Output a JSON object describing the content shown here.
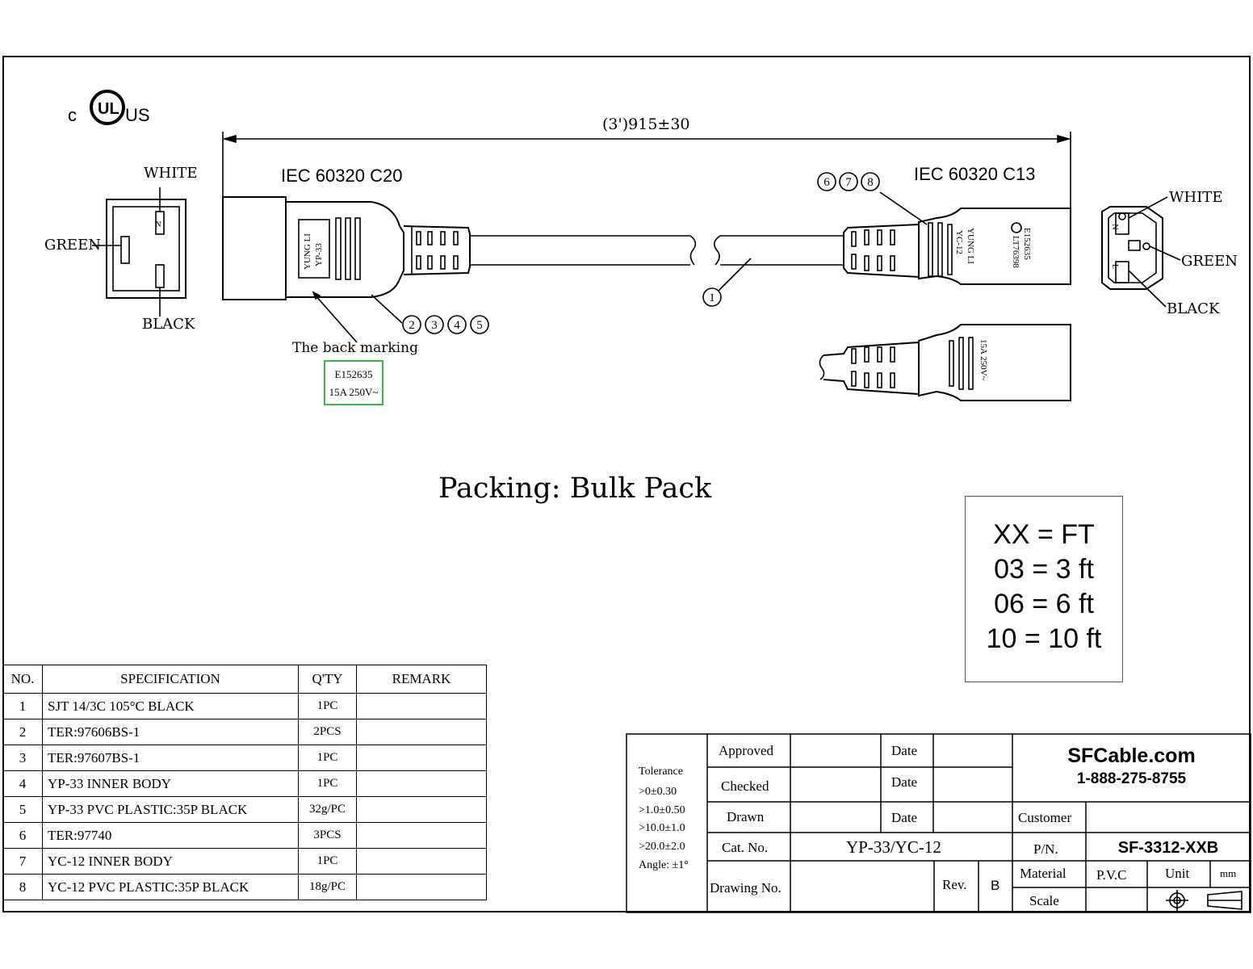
{
  "certification": {
    "left": "c",
    "right": "US"
  },
  "dimension": {
    "length": "(3')915±30"
  },
  "connector_left": {
    "title": "IEC 60320  C20",
    "molding_line1": "YUNG LI",
    "molding_line2": "YP-33"
  },
  "connector_right": {
    "title": "IEC 60320  C13",
    "molding_line1": "YUNG LI",
    "molding_line2": "YC-12",
    "molding_line3": "E152635",
    "molding_line4": "LT76398",
    "back_text": "15A 250V~"
  },
  "pin_labels_left": {
    "white": "WHITE",
    "green": "GREEN",
    "black": "BLACK"
  },
  "pin_labels_right": {
    "white": "WHITE",
    "green": "GREEN",
    "black": "BLACK"
  },
  "callouts": {
    "c1": "1",
    "c2": "2",
    "c3": "3",
    "c4": "4",
    "c5": "5",
    "c6": "6",
    "c7": "7",
    "c8": "8"
  },
  "back_marking": {
    "label": "The back marking",
    "line1": "E152635",
    "line2": "15A 250V~"
  },
  "packing": "Packing: Bulk Pack",
  "length_codes": [
    "XX = FT",
    "03 = 3 ft",
    "06 = 6 ft",
    "10 = 10 ft"
  ],
  "spec_table": {
    "headers": [
      "NO.",
      "SPECIFICATION",
      "Q'TY",
      "REMARK"
    ],
    "rows": [
      {
        "no": "1",
        "spec": "SJT 14/3C 105°C BLACK",
        "qty": "1PC",
        "remark": ""
      },
      {
        "no": "2",
        "spec": "TER:97606BS-1",
        "qty": "2PCS",
        "remark": ""
      },
      {
        "no": "3",
        "spec": "TER:97607BS-1",
        "qty": "1PC",
        "remark": ""
      },
      {
        "no": "4",
        "spec": "YP-33 INNER BODY",
        "qty": "1PC",
        "remark": ""
      },
      {
        "no": "5",
        "spec": "YP-33 PVC PLASTIC:35P BLACK",
        "qty": "32g/PC",
        "remark": ""
      },
      {
        "no": "6",
        "spec": "TER:97740",
        "qty": "3PCS",
        "remark": ""
      },
      {
        "no": "7",
        "spec": "YC-12 INNER BODY",
        "qty": "1PC",
        "remark": ""
      },
      {
        "no": "8",
        "spec": "YC-12 PVC PLASTIC:35P BLACK",
        "qty": "18g/PC",
        "remark": ""
      }
    ]
  },
  "title_block": {
    "tolerance": [
      "Tolerance",
      ">0±0.30",
      ">1.0±0.50",
      ">10.0±1.0",
      ">20.0±2.0",
      "Angle: ±1°"
    ],
    "approved": "Approved",
    "checked": "Checked",
    "drawn": "Drawn",
    "date": "Date",
    "cat_no_label": "Cat. No.",
    "cat_no": "YP-33/YC-12",
    "drawing_no_label": "Drawing No.",
    "rev_label": "Rev.",
    "rev": "B",
    "company": "SFCable.com",
    "phone": "1-888-275-8755",
    "customer_label": "Customer",
    "pn_label": "P/N.",
    "pn": "SF-3312-XXB",
    "material_label": "Material",
    "material": "P.V.C",
    "unit_label": "Unit",
    "unit": "mm",
    "scale_label": "Scale"
  },
  "pin_letters": {
    "n": "N",
    "l": "L"
  }
}
